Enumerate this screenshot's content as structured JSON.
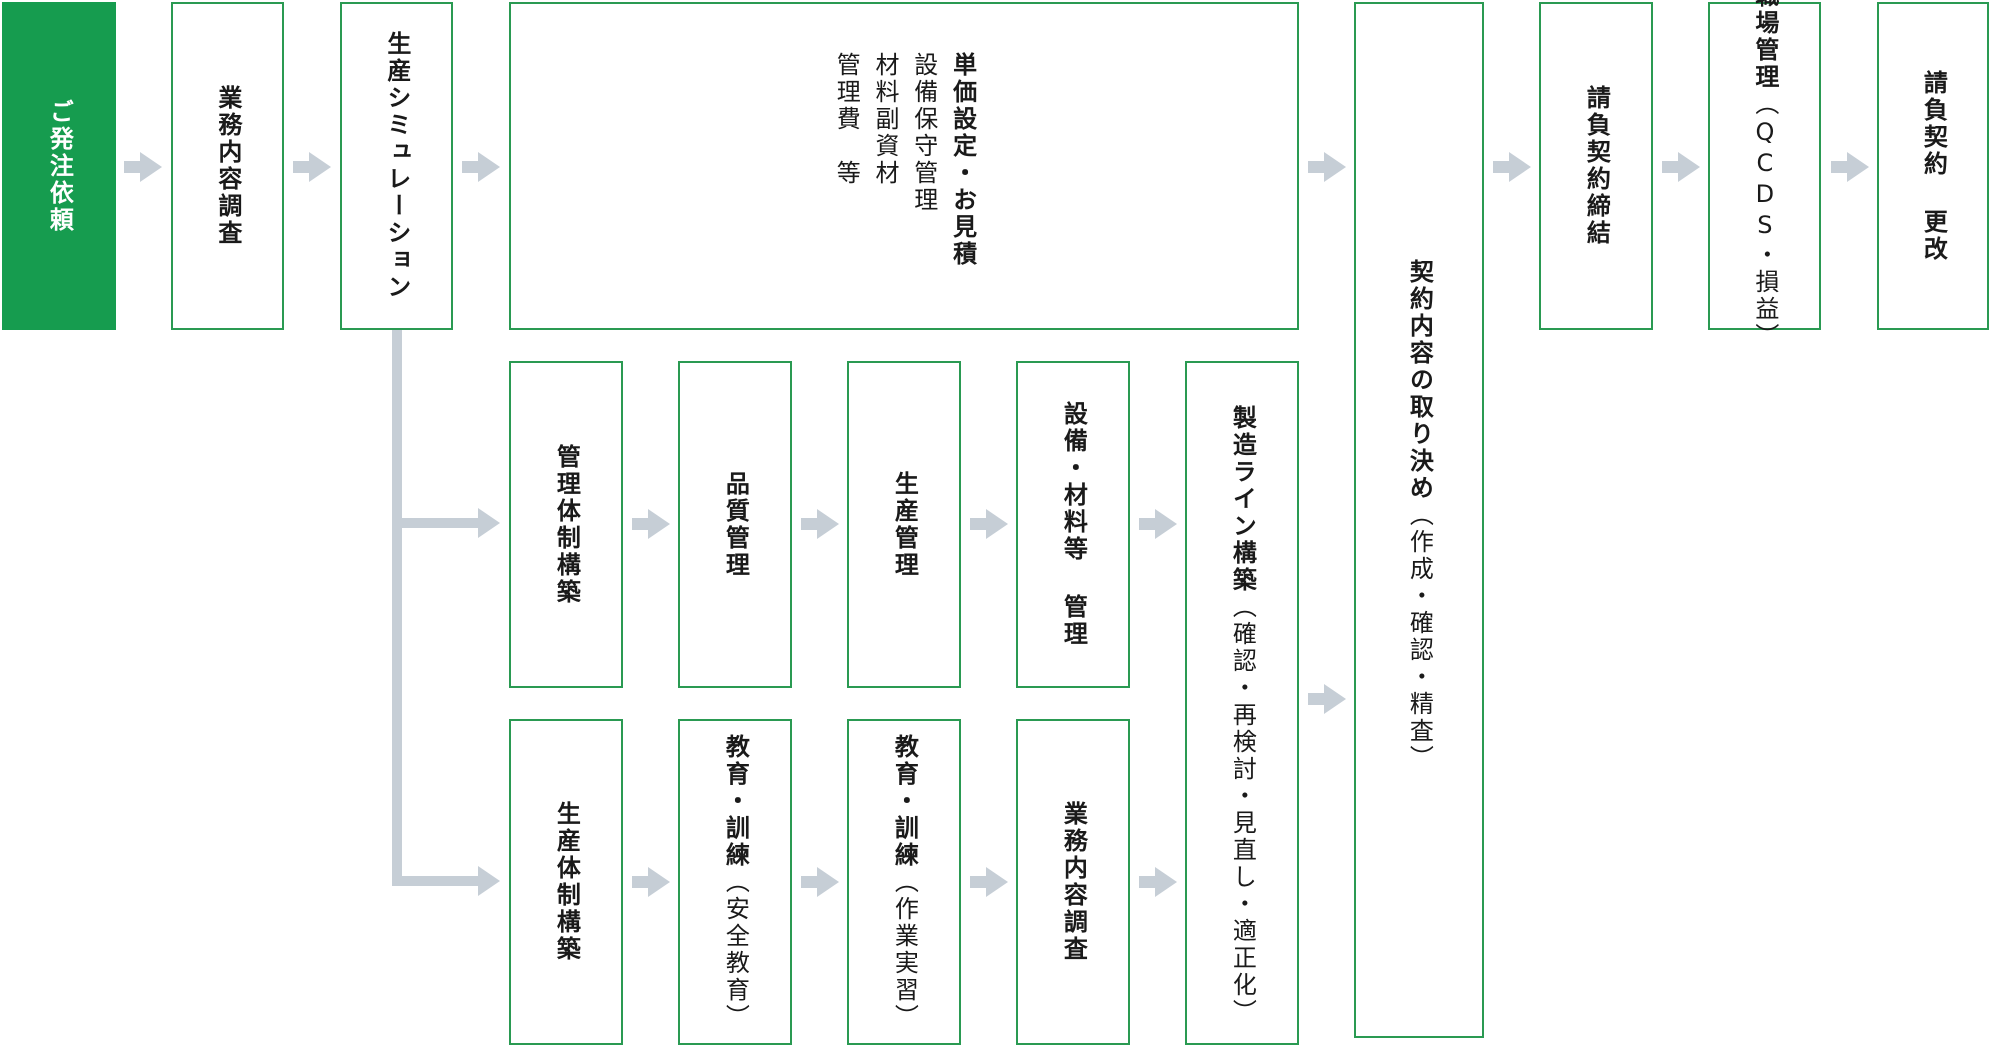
{
  "colors": {
    "green": "#169c4f",
    "border": "#2a9a52",
    "arrow": "#c6ced6"
  },
  "top_row": {
    "order_request": "ご発注依頼",
    "business_survey": "業務内容調査",
    "production_simulation": "生産シミュレーション",
    "pricing": {
      "title": "単価設定・お見積",
      "items": [
        "設備保守管理",
        "材料副資材",
        "管理費　等"
      ]
    },
    "contract_terms": {
      "title": "契約内容の取り決め",
      "sub": "（作成・確認・精査）"
    },
    "contract_signing": "請負契約締結",
    "workplace_management": {
      "title": "職場管理",
      "sub": "（QCDS・損益）"
    },
    "contract_renewal": "請負契約 更改"
  },
  "middle_row": {
    "management_system": "管理体制構築",
    "quality_management": "品質管理",
    "production_management": "生産管理",
    "equipment_materials": "設備・材料等 管理"
  },
  "bottom_row": {
    "production_system": "生産体制構築",
    "education_safety": {
      "title": "教育・訓練",
      "sub": "（安全教育）"
    },
    "education_practice": {
      "title": "教育・訓練",
      "sub": "（作業実習）"
    },
    "business_survey2": "業務内容調査"
  },
  "line_construction": {
    "title": "製造ライン構築",
    "sub": "（確認・再検討・見直し・適正化）"
  }
}
